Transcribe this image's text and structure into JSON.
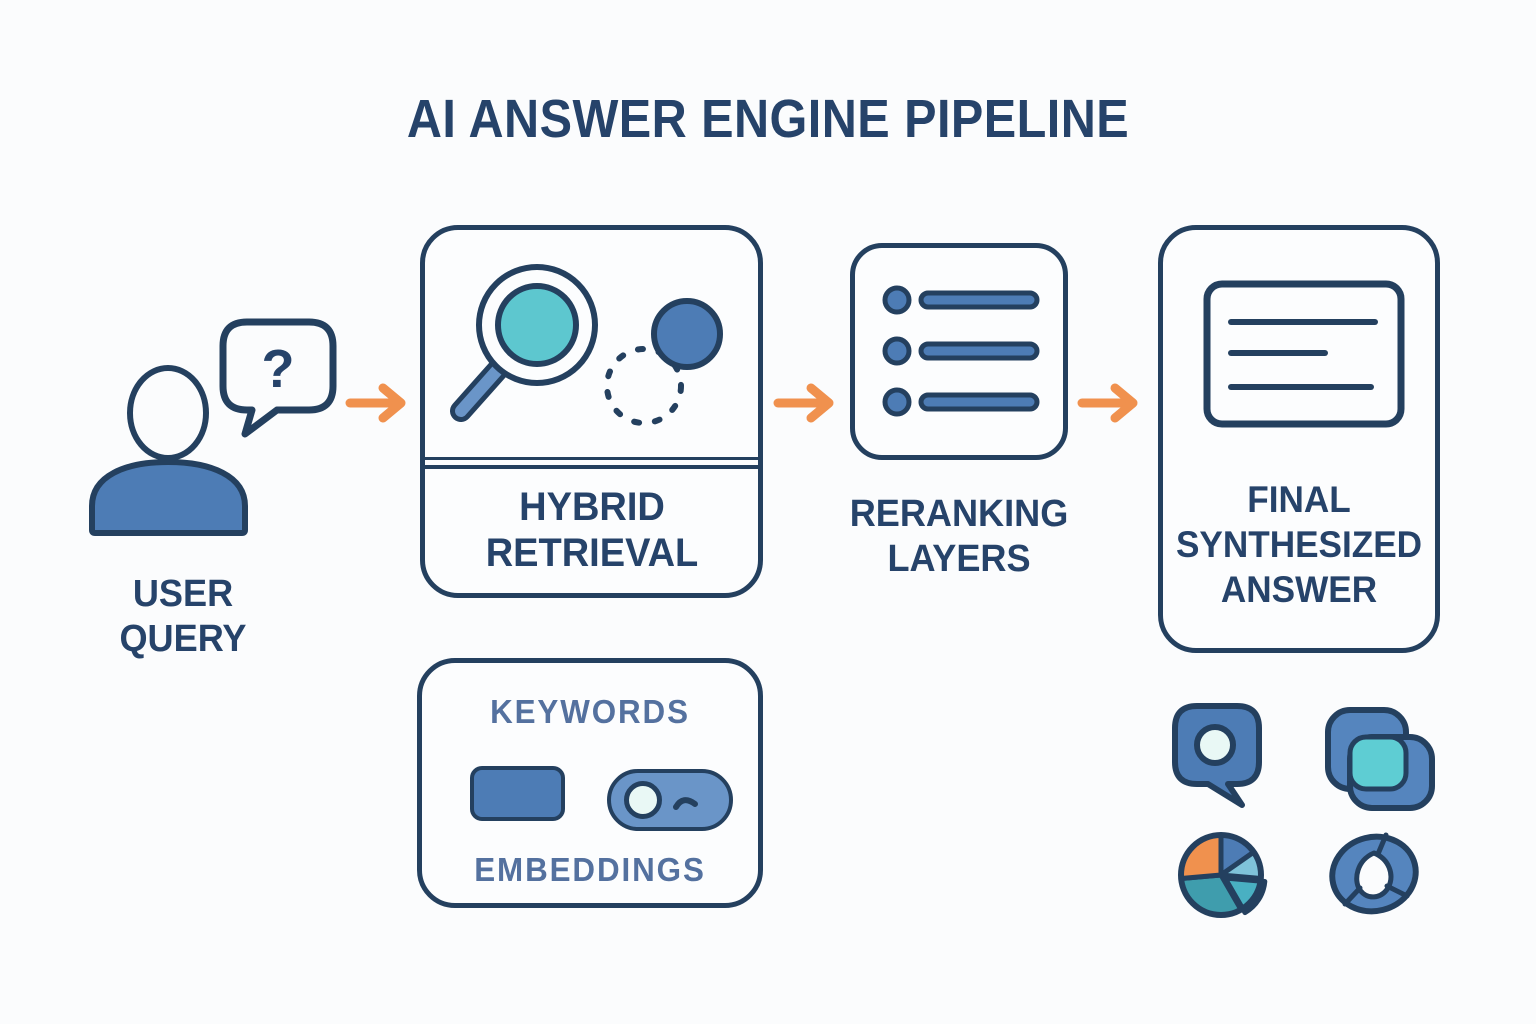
{
  "title": "AI ANSWER ENGINE PIPELINE",
  "nodes": {
    "user_query": {
      "label": "USER QUERY",
      "bubble_text": "?"
    },
    "hybrid_retrieval": {
      "label": "HYBRID RETRIEVAL"
    },
    "reranking": {
      "label": "RERANKING LAYERS"
    },
    "final_answer": {
      "label": "FINAL SYNTHESIZED ANSWER"
    }
  },
  "hybrid_detail": {
    "top_label": "KEYWORDS",
    "bottom_label": "EMBEDDINGS"
  },
  "flow": {
    "arrow_count": 3,
    "sequence": [
      "USER QUERY",
      "HYBRID RETRIEVAL",
      "RERANKING LAYERS",
      "FINAL SYNTHESIZED ANSWER"
    ]
  },
  "icons": {
    "user": "user-icon",
    "question_bubble": "question-bubble-icon",
    "magnifier": "magnifier-icon",
    "vector_circle": "vector-circle-icon",
    "dashed_circle": "dashed-circle-icon",
    "ranked_list": "ranked-list-icon",
    "document": "document-icon",
    "keyword_chip": "keyword-chip-icon",
    "toggle": "toggle-icon",
    "chat_dot": "chat-dot-icon",
    "overlap_cards": "overlap-cards-icon",
    "pie_chart": "pie-chart-icon",
    "knot": "knot-icon",
    "arrow": "arrow-right-icon"
  },
  "colors": {
    "navy_outline": "#24405f",
    "navy_text": "#26436a",
    "blue": "#4d7cb5",
    "light_blue": "#6a95c8",
    "teal": "#5dc7cf",
    "orange": "#f0914e",
    "muted_label": "#54719f",
    "background": "#fbfcfd",
    "pie_orange": "#f0914e",
    "pie_blue": "#4d7cb5",
    "pie_light_teal": "#7fc3da",
    "pie_mid_teal": "#49b0c2",
    "pie_dark_teal": "#3f9dad"
  }
}
